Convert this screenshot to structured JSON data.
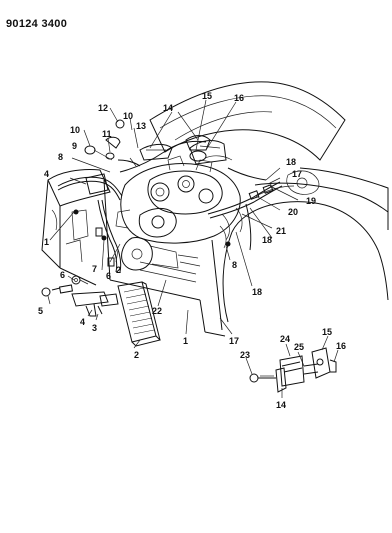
{
  "document": {
    "code": "90124 3400"
  },
  "callouts": {
    "c1a": "1",
    "c1b": "1",
    "c2a": "2",
    "c2b": "2",
    "c3": "3",
    "c4a": "4",
    "c4b": "4",
    "c5": "5",
    "c6a": "6",
    "c6b": "6",
    "c7": "7",
    "c8a": "8",
    "c8b": "8",
    "c9": "9",
    "c10a": "10",
    "c10b": "10",
    "c11": "11",
    "c12": "12",
    "c13": "13",
    "c14a": "14",
    "c14b": "14",
    "c15a": "15",
    "c15b": "15",
    "c16a": "16",
    "c16b": "16",
    "c17a": "17",
    "c17b": "17",
    "c18a": "18",
    "c18b": "18",
    "c18c": "18",
    "c19": "19",
    "c20": "20",
    "c21": "21",
    "c22": "22",
    "c23": "23",
    "c24": "24",
    "c25": "25"
  }
}
